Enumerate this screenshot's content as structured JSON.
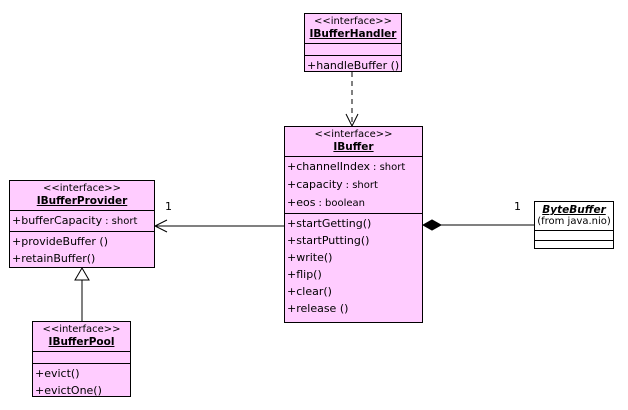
{
  "classes": {
    "ibufferhandler": {
      "stereotype": "<<interface>>",
      "name": "IBufferHandler",
      "operations": [
        "+handleBuffer ()"
      ]
    },
    "ibuffer": {
      "stereotype": "<<interface>>",
      "name": "IBuffer",
      "attributes": [
        {
          "name": "+channelIndex",
          "type": ": short"
        },
        {
          "name": "+capacity",
          "type": ": short"
        },
        {
          "name": "+eos",
          "type": ": boolean"
        }
      ],
      "operations": [
        "+startGetting()",
        "+startPutting()",
        "+write()",
        "+flip()",
        "+clear()",
        "+release ()"
      ]
    },
    "ibufferprovider": {
      "stereotype": "<<interface>>",
      "name": "IBufferProvider",
      "attributes": [
        {
          "name": "+bufferCapacity",
          "type": ": short"
        }
      ],
      "operations": [
        "+provideBuffer ()",
        "+retainBuffer()"
      ]
    },
    "ibufferpool": {
      "stereotype": "<<interface>>",
      "name": "IBufferPool",
      "operations": [
        "+evict()",
        "+evictOne()"
      ]
    },
    "bytebuffer": {
      "name": "ByteBuffer",
      "from": "(from java.nio)"
    }
  },
  "relations": {
    "provider_multiplicity": "1",
    "bytebuffer_multiplicity": "1"
  },
  "colors": {
    "class_fill": "#ffccff",
    "plain_fill": "#ffffff",
    "line": "#000000"
  }
}
